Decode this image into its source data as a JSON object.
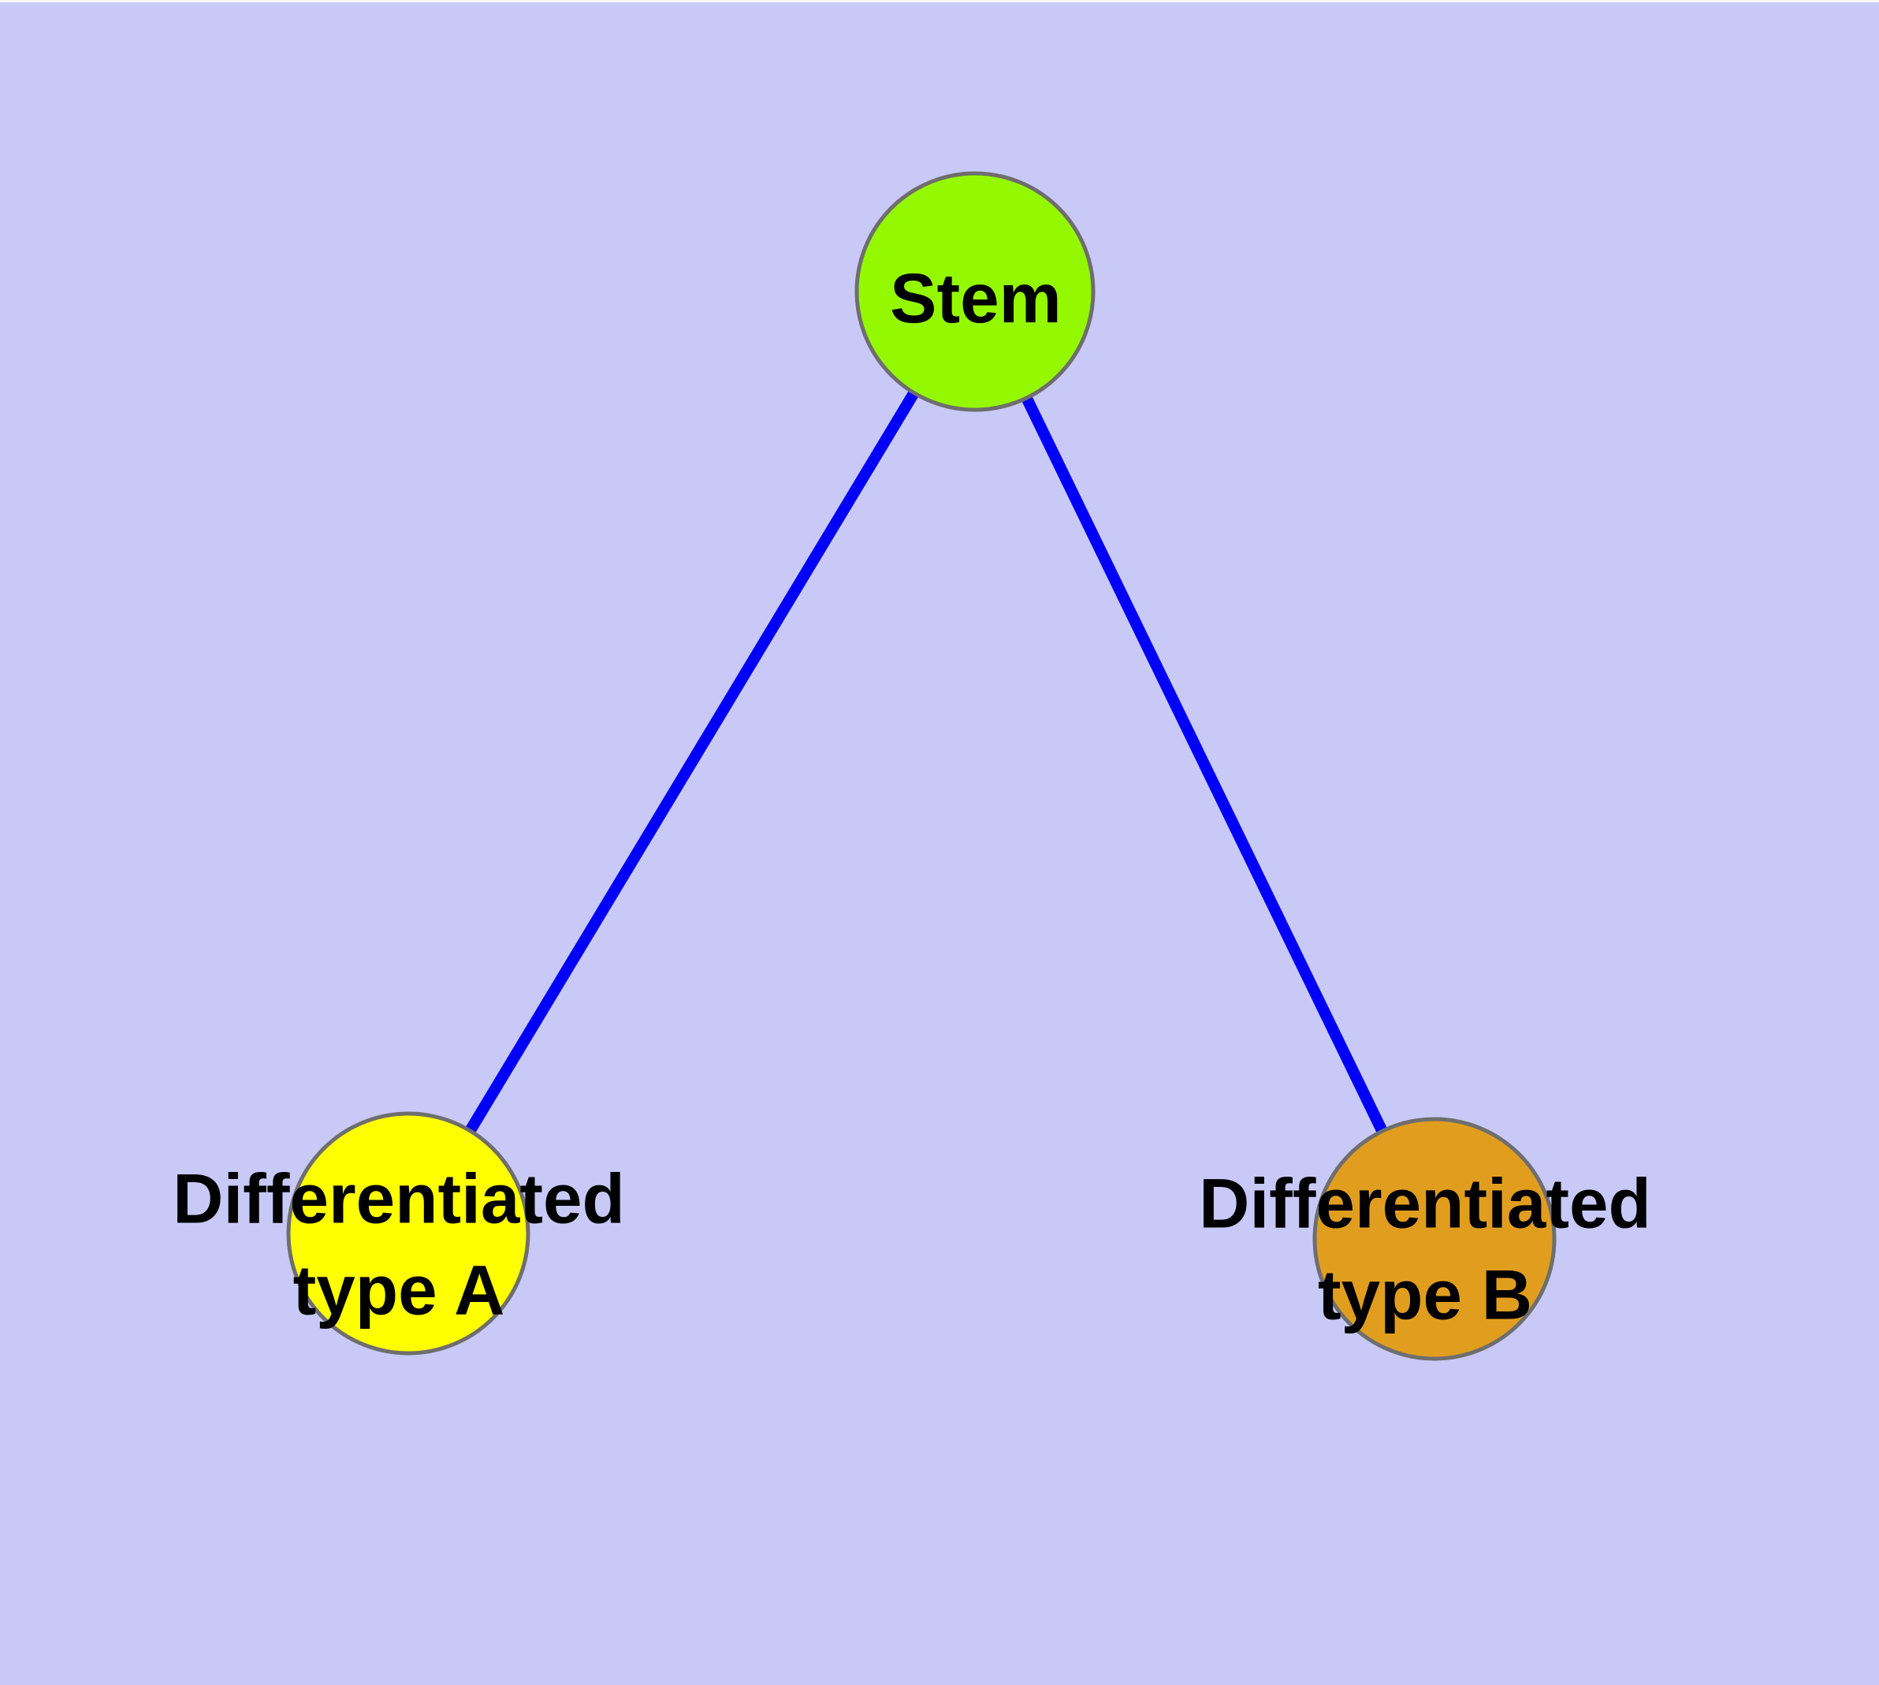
{
  "diagram": {
    "type": "node-link-graph",
    "background_color": "#C9C9F7",
    "top_edge_strip_color": "#F7F7FF",
    "edge_color": "#0000F8",
    "node_border_color": "#6E6E6E",
    "label_color": "#000000",
    "nodes": [
      {
        "id": "stem",
        "label": "Stem",
        "color": "#94F900"
      },
      {
        "id": "differentiated-a",
        "label": "Differentiated\ntype A",
        "color": "#FFFF00"
      },
      {
        "id": "differentiated-b",
        "label": "Differentiated\ntype B",
        "color": "#E19E1E"
      }
    ],
    "edges": [
      {
        "from": "stem",
        "to": "differentiated-a"
      },
      {
        "from": "stem",
        "to": "differentiated-b"
      }
    ]
  }
}
